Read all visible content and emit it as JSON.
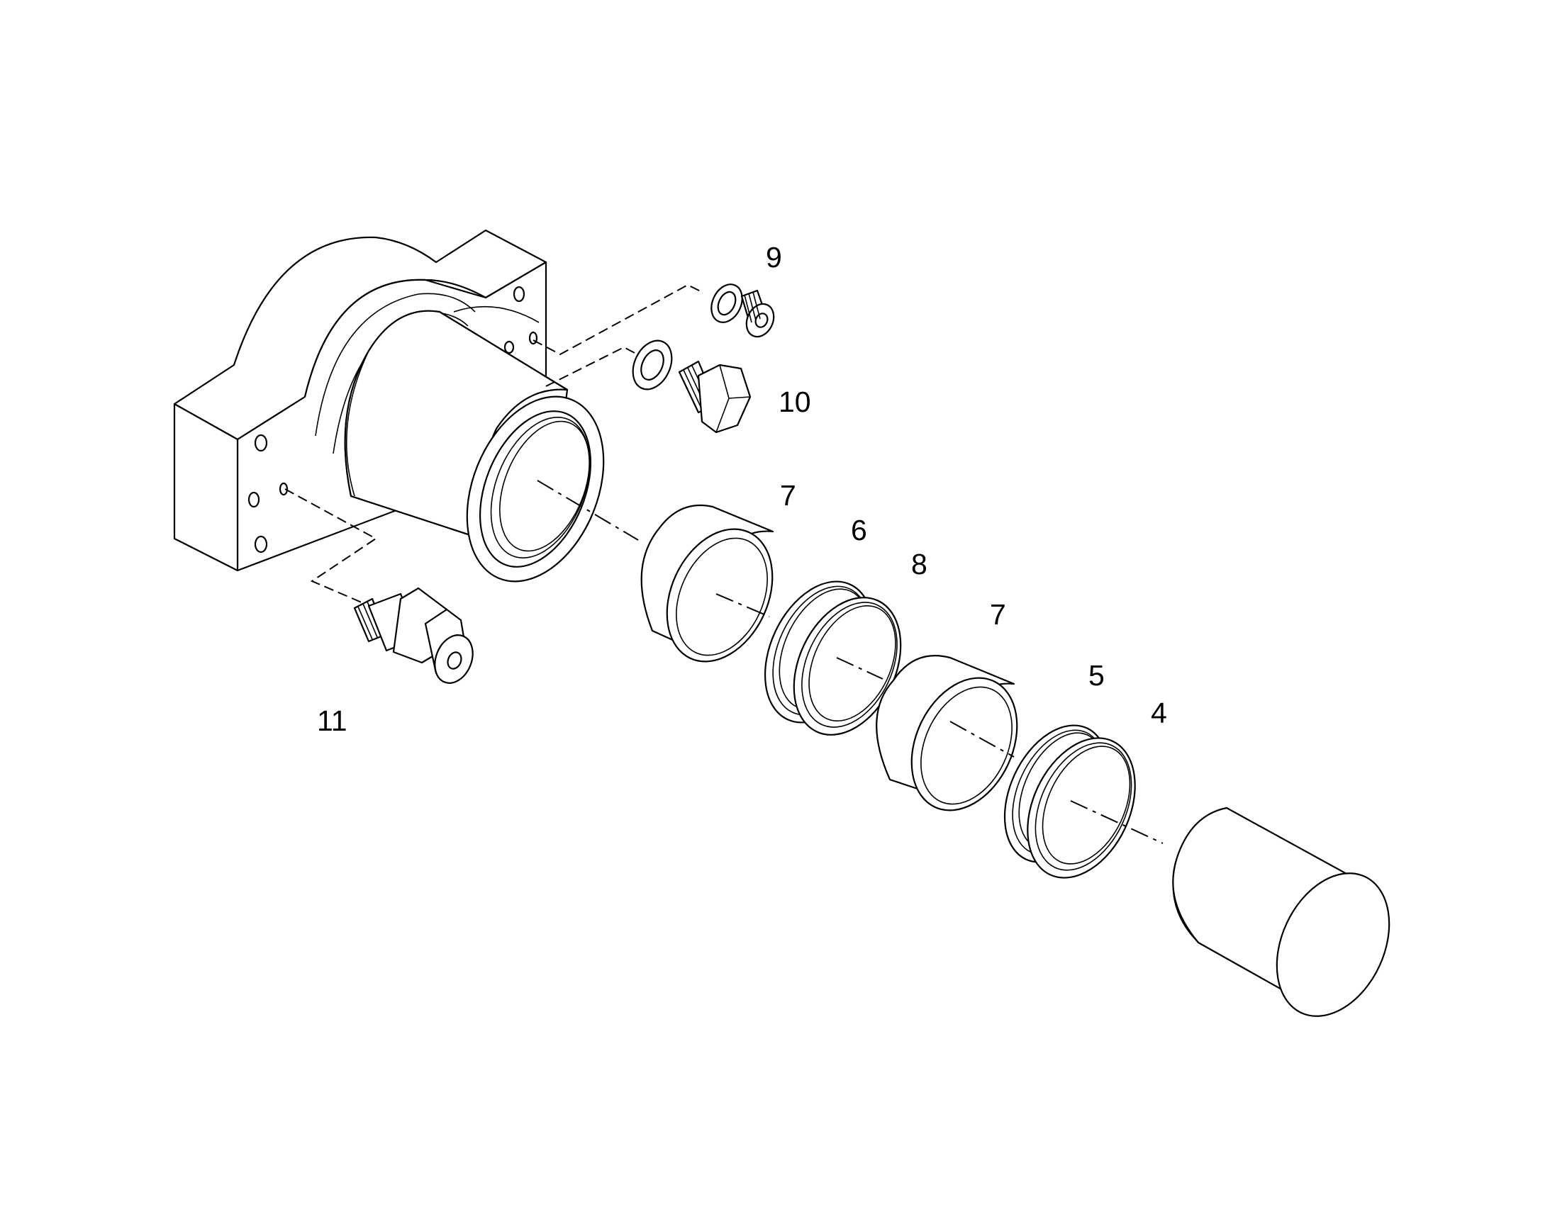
{
  "callouts": {
    "c9": "9",
    "c10": "10",
    "c7a": "7",
    "c6": "6",
    "c8": "8",
    "c7b": "7",
    "c5": "5",
    "c4": "4",
    "c11": "11"
  },
  "colors": {
    "line": "#000000",
    "background": "#ffffff"
  }
}
